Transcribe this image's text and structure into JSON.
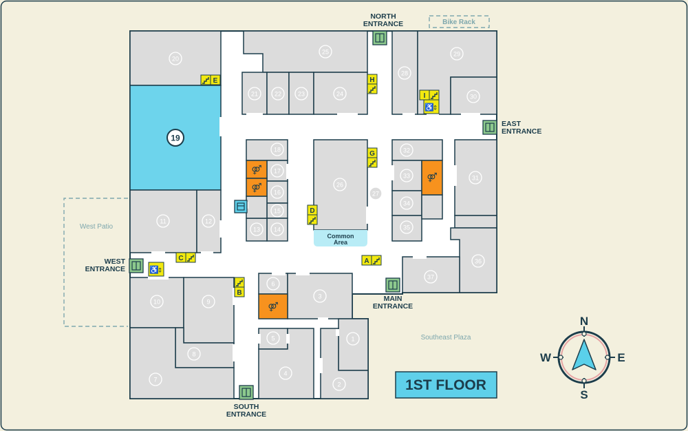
{
  "floor_title": "1ST FLOOR",
  "areas": {
    "bike_rack": "Bike Rack",
    "west_patio": "West Patio",
    "southeast_plaza": "Southeast Plaza",
    "common_area": [
      "Common",
      "Area"
    ]
  },
  "entrances": {
    "north": [
      "NORTH",
      "ENTRANCE"
    ],
    "east": [
      "EAST",
      "ENTRANCE"
    ],
    "west": [
      "WEST",
      "ENTRANCE"
    ],
    "main": [
      "MAIN",
      "ENTRANCE"
    ],
    "south": [
      "SOUTH",
      "ENTRANCE"
    ]
  },
  "highlighted_room": "19",
  "rooms": [
    "1",
    "2",
    "3",
    "4",
    "5",
    "6",
    "7",
    "8",
    "9",
    "10",
    "11",
    "12",
    "13",
    "14",
    "15",
    "16",
    "17",
    "18",
    "19",
    "20",
    "21",
    "22",
    "23",
    "24",
    "25",
    "26",
    "27",
    "28",
    "29",
    "30",
    "31",
    "32",
    "33",
    "34",
    "35",
    "36",
    "37"
  ],
  "stairs": [
    "A",
    "B",
    "C",
    "D",
    "E",
    "G",
    "H"
  ],
  "compass": {
    "n": "N",
    "e": "E",
    "s": "S",
    "w": "W"
  },
  "colors": {
    "background": "#f3f0de",
    "room": "#dcdcdc",
    "corridor": "#ffffff",
    "wall": "#1c3d4b",
    "highlight": "#6dd4ec",
    "restroom": "#f7921e",
    "stair": "#f2e90f",
    "entrance": "#8dc98d",
    "elevator": "#5fd0ea",
    "common_area": "#b8ecf6",
    "compass": "#5ad0ea"
  }
}
